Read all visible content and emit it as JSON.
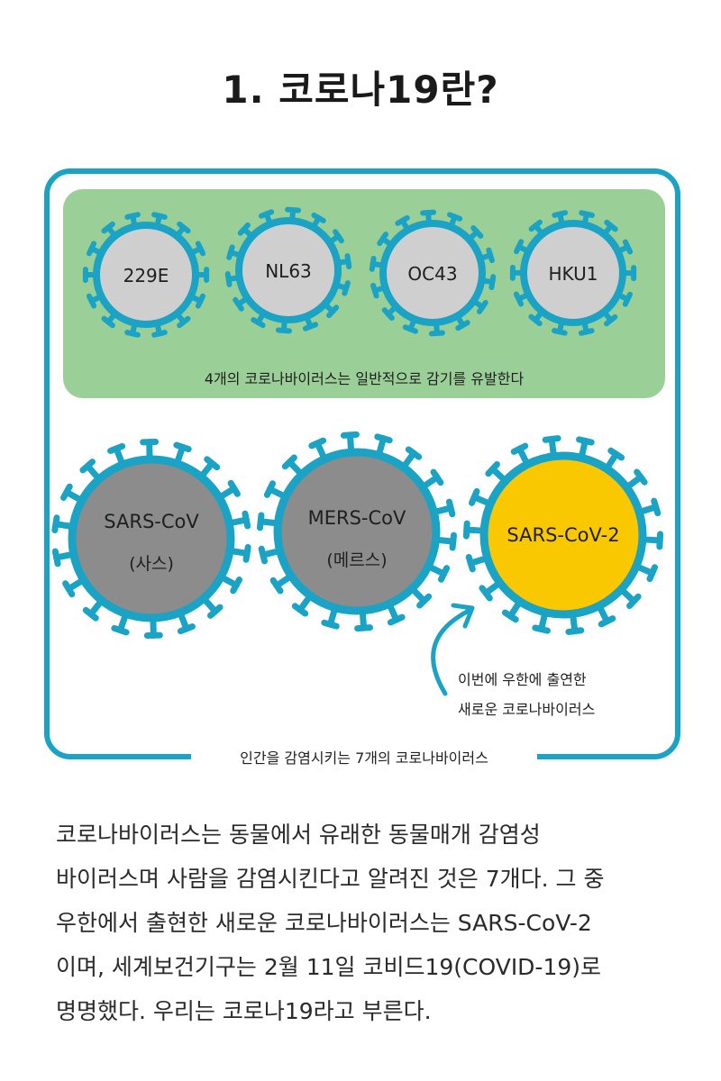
{
  "title": "1. 코로나19란?",
  "diagram": {
    "colors": {
      "frame": "#1aa3c4",
      "green_box": "#9bcf98",
      "mild_virus_fill": "#cfcfcf",
      "severe_virus_fill": "#8c8c8c",
      "new_virus_fill": "#f9c800"
    },
    "common_group": {
      "viruses": [
        "229E",
        "NL63",
        "OC43",
        "HKU1"
      ],
      "caption": "4개의 코로나바이러스는 일반적으로 감기를 유발한다"
    },
    "severe_group": [
      {
        "name": "SARS-CoV",
        "alias": "(사스)"
      },
      {
        "name": "MERS-CoV",
        "alias": "(메르스)"
      },
      {
        "name": "SARS-CoV-2",
        "alias": ""
      }
    ],
    "annotation": {
      "line1": "이번에 우한에 출연한",
      "line2": "새로운 코로나바이러스"
    },
    "frame_caption": "인간을 감염시키는 7개의 코로나바이러스"
  },
  "body": {
    "lines": [
      "코로나바이러스는 동물에서 유래한 동물매개 감염성",
      "바이러스며 사람을 감염시킨다고 알려진 것은 7개다. 그 중",
      "우한에서 출현한 새로운 코로나바이러스는 SARS-CoV-2",
      "이며, 세계보건기구는 2월 11일 코비드19(COVID-19)로",
      "명명했다. 우리는 코로나19라고 부른다."
    ]
  }
}
